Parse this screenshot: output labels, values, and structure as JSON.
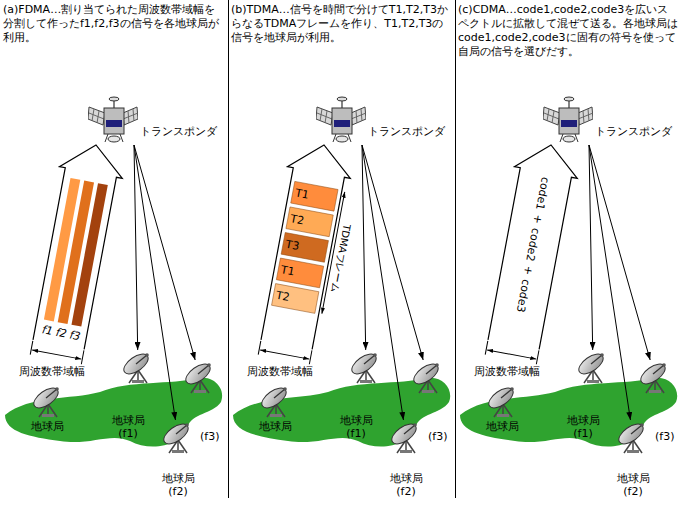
{
  "diagram": {
    "nodes": [
      {
        "text": [
          "トランスポンダ"
        ]
      },
      {
        "text": [
          "地球局"
        ]
      },
      {
        "text": [
          "地球局 (f1)"
        ]
      },
      {
        "text": [
          "(f3)"
        ]
      },
      {
        "text": [
          "地球局 (f2)"
        ]
      },
      {
        "text": [
          "トランスポンダ"
        ]
      },
      {
        "text": [
          "地球局"
        ]
      },
      {
        "text": [
          "地球局 (f1)"
        ]
      },
      {
        "text": [
          "(f3)"
        ]
      },
      {
        "text": [
          "地球局 (f2)"
        ]
      },
      {
        "text": [
          "トランスポンダ"
        ]
      },
      {
        "text": [
          "地球局"
        ]
      },
      {
        "text": [
          "地球局 (f1)"
        ]
      },
      {
        "text": [
          "(f3)"
        ]
      },
      {
        "text": [
          "地球局 (f2)"
        ]
      }
    ],
    "edges": [
      {
        "from": 1,
        "to": 0,
        "arrow": "to"
      },
      {
        "from": 0,
        "to": 2,
        "arrow": "to"
      },
      {
        "from": 0,
        "to": 3,
        "arrow": "to"
      },
      {
        "from": 0,
        "to": 4,
        "arrow": "to"
      },
      {
        "from": 6,
        "to": 5,
        "arrow": "to"
      },
      {
        "from": 5,
        "to": 7,
        "arrow": "to"
      },
      {
        "from": 5,
        "to": 8,
        "arrow": "to"
      },
      {
        "from": 5,
        "to": 9,
        "arrow": "to"
      },
      {
        "from": 11,
        "to": 10,
        "arrow": "to"
      },
      {
        "from": 10,
        "to": 12,
        "arrow": "to"
      },
      {
        "from": 10,
        "to": 13,
        "arrow": "to"
      },
      {
        "from": 10,
        "to": 14,
        "arrow": "to"
      }
    ],
    "labels": [
      "(a)FDMA…割り当てられた周波数帯域幅を分割して作ったf1,f2,f3の信号を各地球局が利用。",
      "f1",
      "f2",
      "f3",
      "周波数帯域幅",
      "(b)TDMA…信号を時間で分けてT1,T2,T3からなるTDMAフレームを作り、T1,T2,T3の信号を地球局が利用。",
      "T1",
      "T2",
      "T3",
      "T1",
      "T2",
      "TDMAフレーム",
      "周波数帯域幅",
      "(c)CDMA…code1,code2,code3を広いスペクトルに拡散して混ぜて送る。各地球局はcode1,code2,code3に固有の符号を使って自局の信号を選びだす。",
      "code1",
      "+",
      "code2",
      "+",
      "code3",
      "周波数帯域幅"
    ]
  }
}
